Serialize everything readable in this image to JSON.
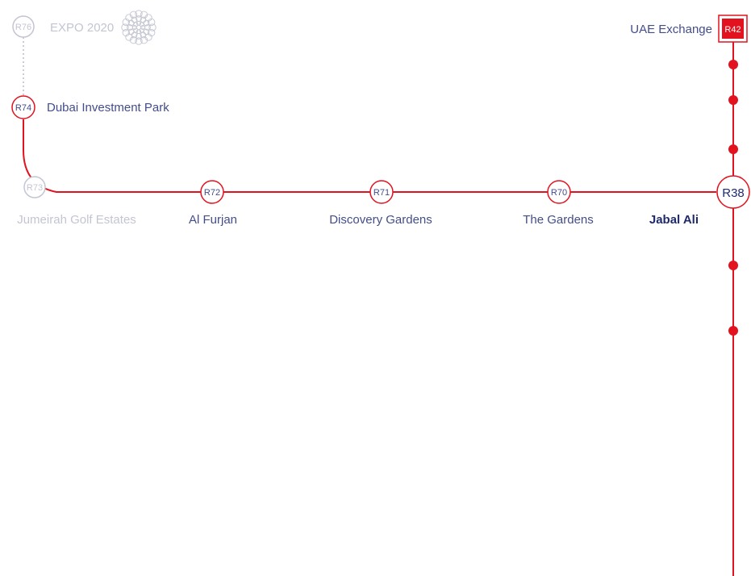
{
  "colors": {
    "line": "#e2121e",
    "text": "#434d8a",
    "muted": "#c3c5d2",
    "dotted": "#b9bcca",
    "accent_text": "#1f2a6b"
  },
  "future_station": {
    "code": "R76",
    "name": "EXPO 2020",
    "logo_icon": "expo-2020-logo-icon"
  },
  "stations": [
    {
      "code": "R74",
      "name": "Dubai Investment Park"
    },
    {
      "code": "R73",
      "name": "Jumeirah Golf Estates"
    },
    {
      "code": "R72",
      "name": "Al Furjan"
    },
    {
      "code": "R71",
      "name": "Discovery Gardens"
    },
    {
      "code": "R70",
      "name": "The Gardens"
    }
  ],
  "interchange": {
    "code": "R38",
    "name": "Jabal Ali"
  },
  "terminal": {
    "code": "R42",
    "name": "UAE Exchange"
  }
}
